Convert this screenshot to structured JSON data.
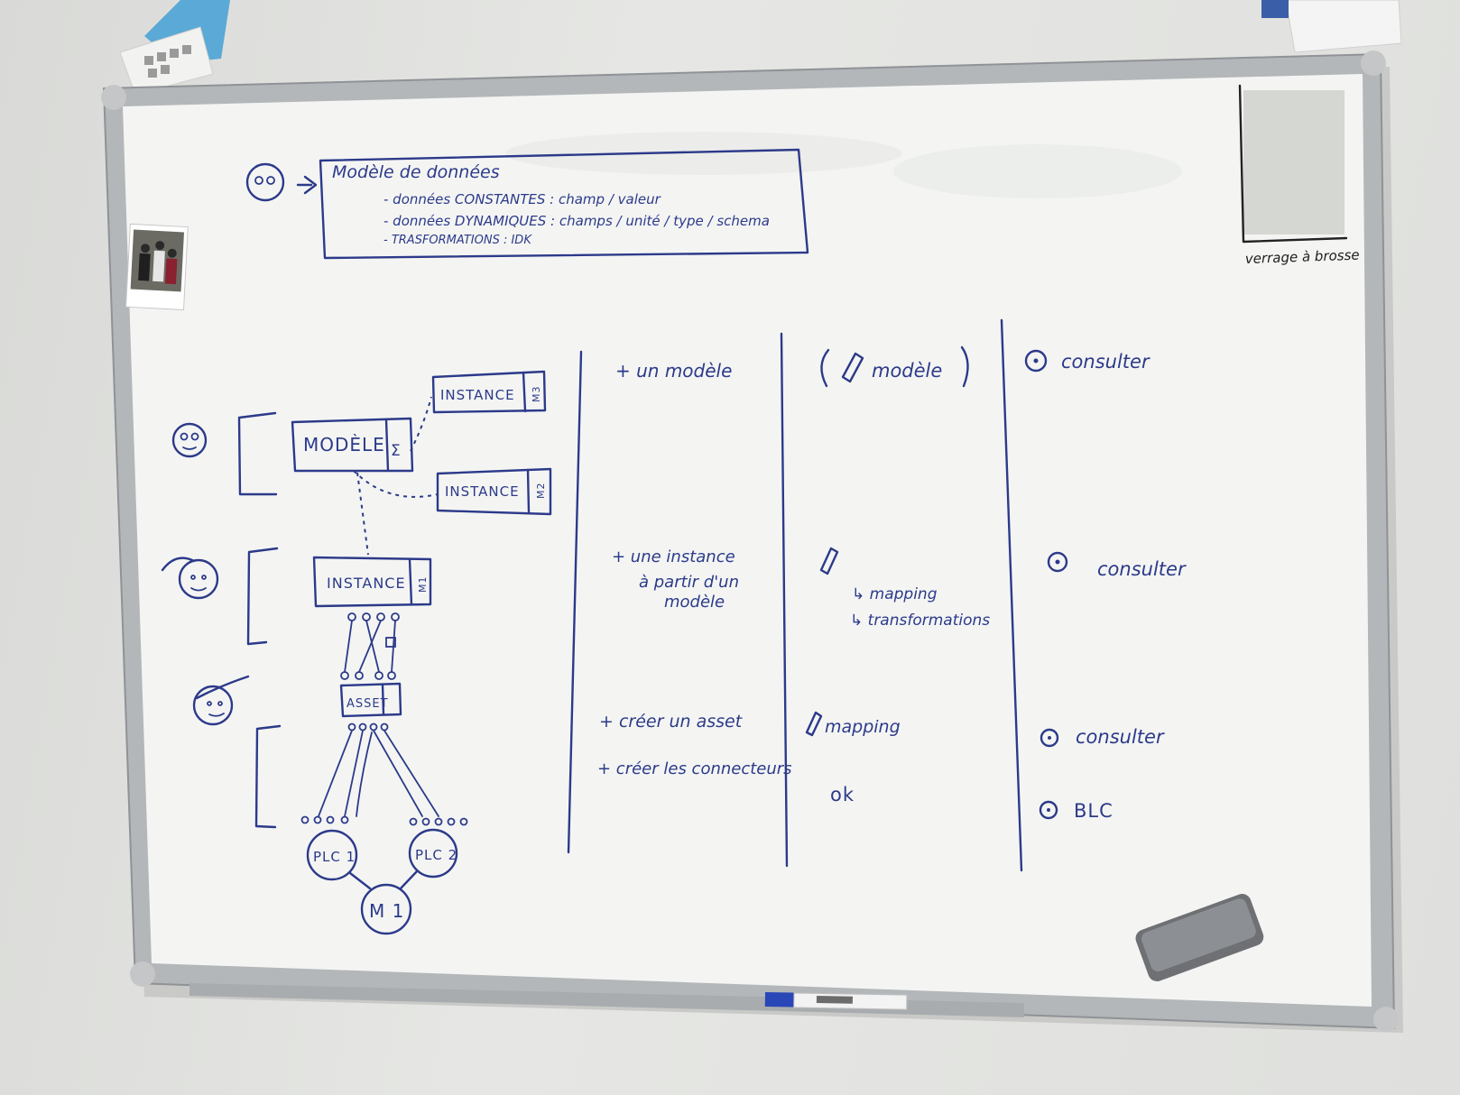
{
  "board": {
    "header": {
      "title": "Modèle de données",
      "line1": "- données CONSTANTES : champ / valeur",
      "line2": "- données DYNAMIQUES : champs / unité / type / schema",
      "line3": "- TRASFORMATIONS : IDK"
    },
    "brush_label": "verrage à brosse",
    "diagram": {
      "modele": "MODÈLE",
      "sigma": "Σ",
      "instance_top": "INSTANCE",
      "tag_m3": "M3",
      "instance_mid": "INSTANCE",
      "tag_m2": "M2",
      "instance_main": "INSTANCE",
      "tag_m1": "M1",
      "asset": "ASSET",
      "plc1": "PLC 1",
      "plc2": "PLC 2",
      "m1": "M 1"
    },
    "col1": {
      "r1": "+ un modèle",
      "r2a": "+ une instance",
      "r2b": "à partir d'un",
      "r2c": "modèle",
      "r3": "+ créer un asset",
      "r4": "+ créer les connecteurs"
    },
    "col2": {
      "r1": "modèle",
      "r2a": "↳ mapping",
      "r2b": "↳ transformations",
      "r3": "mapping",
      "r4": "ok"
    },
    "col3": {
      "r1": "consulter",
      "r2": "consulter",
      "r3": "consulter",
      "r4": "BLC"
    }
  },
  "colors": {
    "ink": "#2c3a8a",
    "board": "#f3f4f2",
    "frame": "#b9bcbf",
    "wall": "#dcddda"
  }
}
